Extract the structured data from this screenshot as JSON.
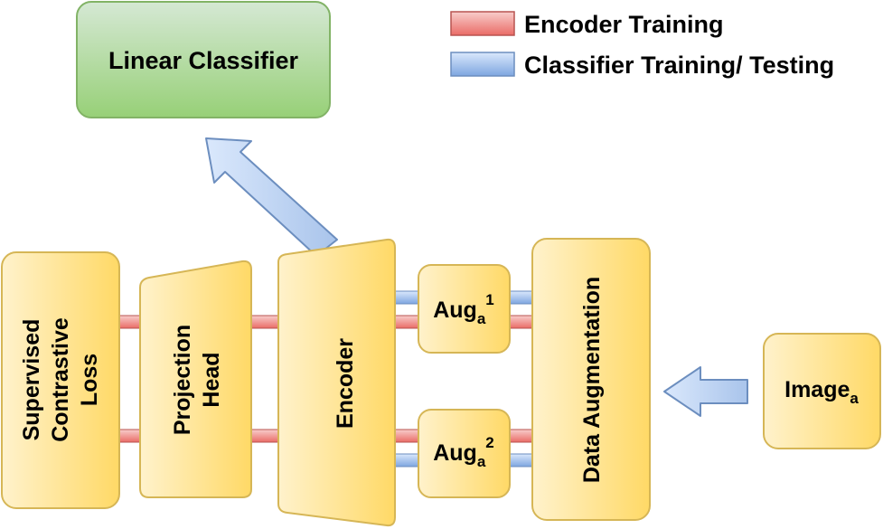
{
  "legend": {
    "items": [
      {
        "label": "Encoder Training",
        "color": "#ea6b66"
      },
      {
        "label": "Classifier Training/ Testing",
        "color": "#7ea6e0"
      }
    ]
  },
  "nodes": {
    "linear_classifier": "Linear Classifier",
    "loss_line1": "Supervised",
    "loss_line2": "Contrastive",
    "loss_line3": "Loss",
    "proj_line1": "Projection",
    "proj_line2": "Head",
    "encoder": "Encoder",
    "aug1_base": "Aug",
    "aug1_sub": "a",
    "aug1_sup": "1",
    "aug2_base": "Aug",
    "aug2_sub": "a",
    "aug2_sup": "2",
    "data_aug": "Data Augmentation",
    "image_base": "Image",
    "image_sub": "a"
  },
  "colors": {
    "yellow_fill": "#ffd966",
    "yellow_stroke": "#d6b656",
    "green_fill": "#97d077",
    "green_stroke": "#82b366",
    "red_line": "#ea6b66",
    "blue_line": "#7ea6e0",
    "arrow_fill": "#a9c4eb",
    "arrow_stroke": "#6c8ebf"
  }
}
